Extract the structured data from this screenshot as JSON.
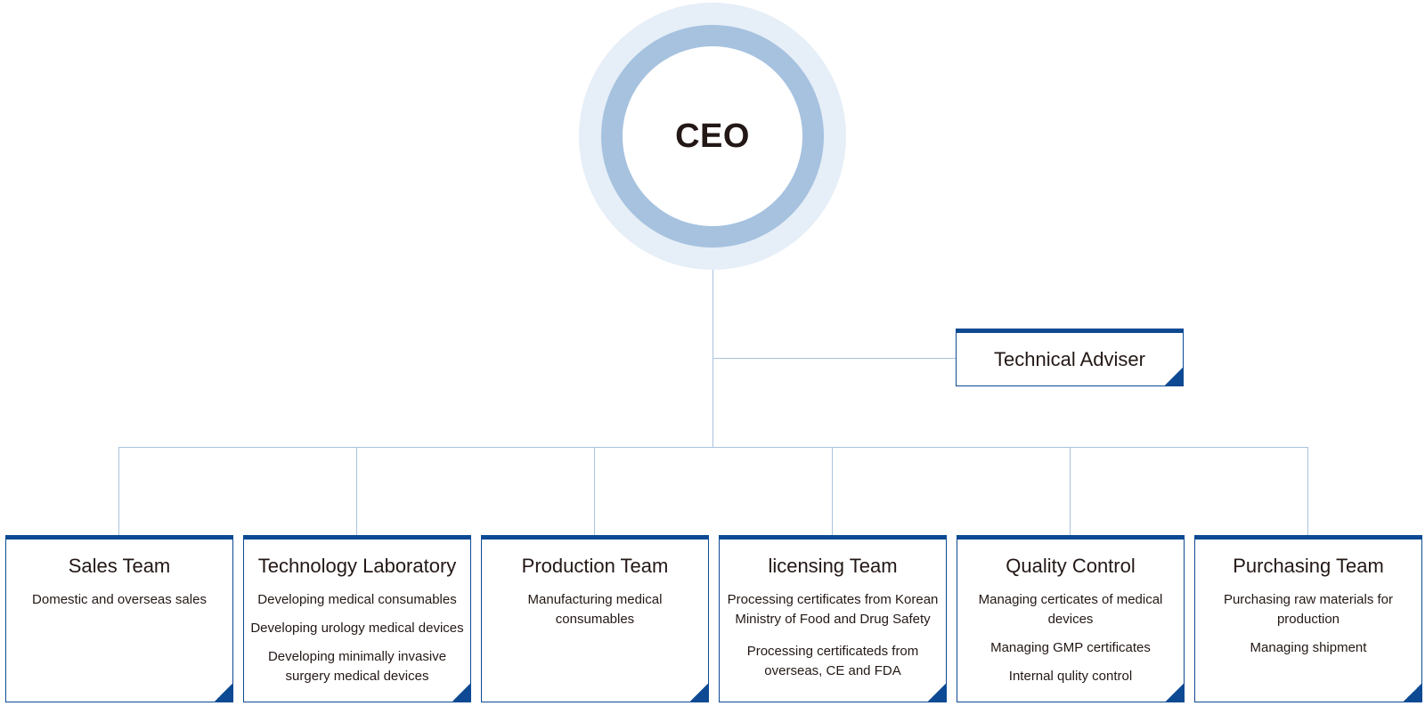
{
  "ceo": {
    "label": "CEO"
  },
  "adviser": {
    "title": "Technical Adviser"
  },
  "teams": [
    {
      "title": "Sales Team",
      "duties": [
        "Domestic and overseas sales"
      ]
    },
    {
      "title": "Technology Laboratory",
      "duties": [
        "Developing medical consumables",
        "Developing urology medical devices",
        "Developing minimally invasive surgery medical devices"
      ]
    },
    {
      "title": "Production Team",
      "duties": [
        "Manufacturing medical consumables"
      ]
    },
    {
      "title": "licensing Team",
      "duties": [
        "Processing certificates from Korean Ministry of Food and Drug Safety",
        "Processing certificateds from overseas, CE and FDA"
      ]
    },
    {
      "title": "Quality Control",
      "duties": [
        "Managing certicates of medical devices",
        "Managing GMP certificates",
        "Internal qulity control"
      ]
    },
    {
      "title": "Purchasing Team",
      "duties": [
        "Purchasing raw materials for production",
        "Managing shipment"
      ]
    }
  ],
  "colors": {
    "accent": "#0d4a93",
    "connector": "#a9c3de",
    "ring_outer": "#e6eef7",
    "ring_mid": "#a6c2df",
    "text": "#231815"
  }
}
